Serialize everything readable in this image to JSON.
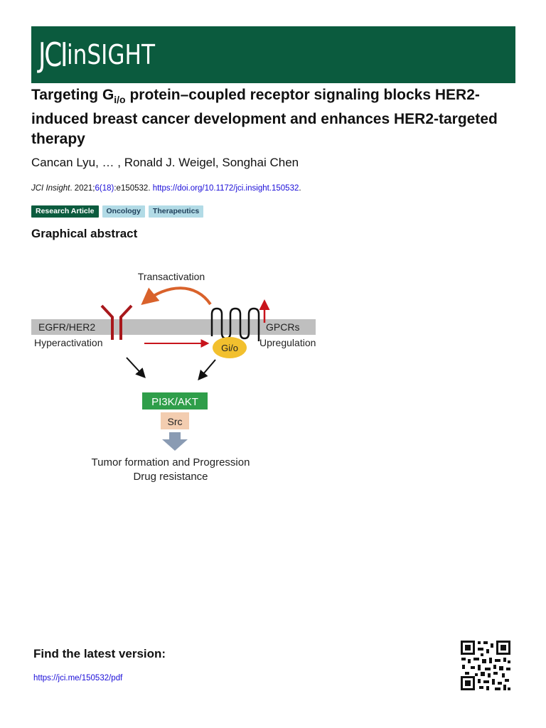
{
  "header": {
    "brand_jci": "JCI",
    "brand_insight": "inSIGHT"
  },
  "article": {
    "title_pre": "Targeting G",
    "title_sub": "i/o",
    "title_post": " protein–coupled receptor signaling blocks HER2-induced breast cancer development and enhances HER2-targeted therapy",
    "authors": "Cancan Lyu, … , Ronald J. Weigel, Songhai Chen",
    "citation": {
      "journal": "JCI Insight",
      "year": ". 2021;",
      "issue": "6(18)",
      "article_id": ":e150532. ",
      "doi": "https://doi.org/10.1172/jci.insight.150532",
      "end": "."
    },
    "tags": [
      "Research Article",
      "Oncology",
      "Therapeutics"
    ]
  },
  "graphical_abstract": {
    "heading": "Graphical abstract",
    "labels": {
      "transactivation": "Transactivation",
      "egfr": "EGFR/HER2",
      "hyperactivation": "Hyperactivation",
      "gpcrs": "GPCRs",
      "upregulation": "Upregulation",
      "gio": "Gi/o",
      "pi3k": "PI3K/AKT",
      "src": "Src",
      "outcome1": "Tumor formation and Progression",
      "outcome2": "Drug resistance"
    },
    "colors": {
      "membrane": "#bfbfbf",
      "receptor": "#a8181c",
      "transactivation_arrow": "#d9622b",
      "gio": "#f2c02e",
      "pi3k": "#2f9e4a",
      "src": "#f3cdb0",
      "down_arrow": "#8a9bb3"
    }
  },
  "footer": {
    "latest_heading": "Find the latest version:",
    "latest_url": "https://jci.me/150532/pdf",
    "qr_icon": "qr-code-icon"
  }
}
